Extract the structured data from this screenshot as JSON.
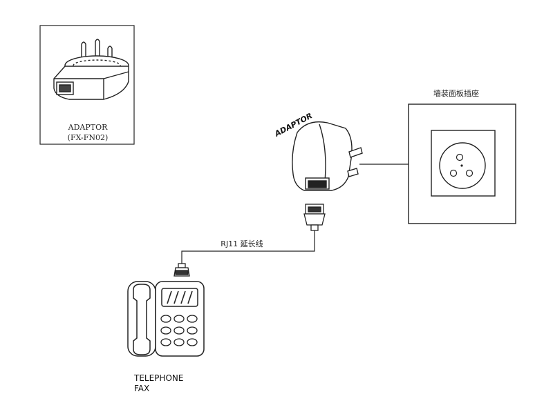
{
  "inset": {
    "label_line1": "ADAPTOR",
    "label_line2": "(FX-FN02)"
  },
  "adaptor": {
    "label": "ADAPTOR"
  },
  "wall_socket": {
    "label": "墙装面板插座"
  },
  "cable": {
    "label": "RJ11 延长线"
  },
  "telephone": {
    "label_line1": "TELEPHONE",
    "label_line2": "FAX"
  }
}
